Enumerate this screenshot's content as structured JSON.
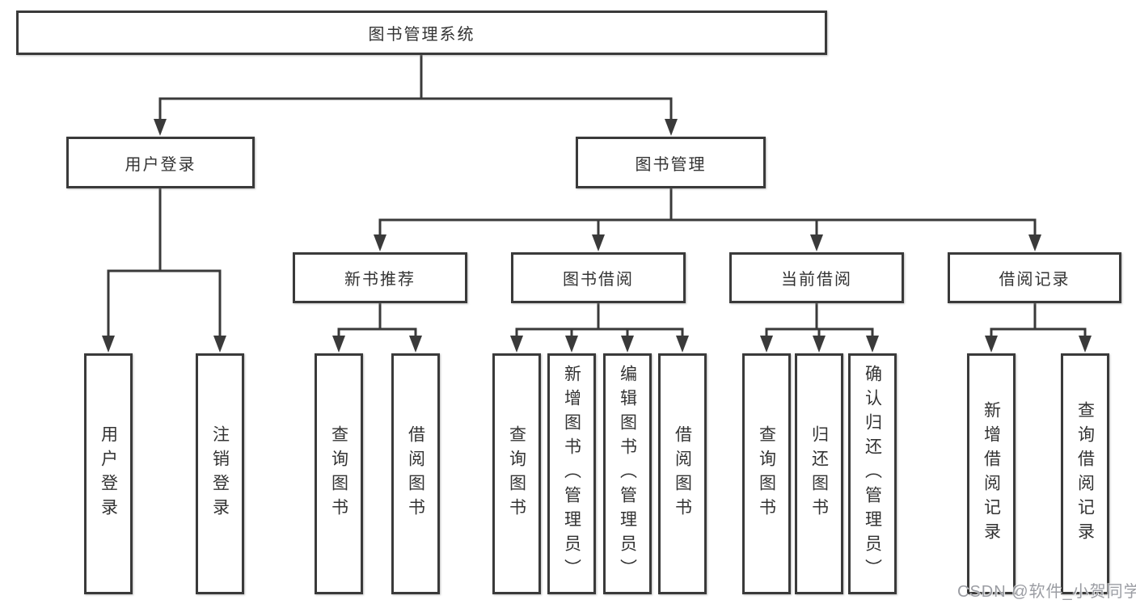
{
  "page": {
    "background": "#ffffff",
    "line_color": "#3a3a3a",
    "box_border_color": "#3a3a3a",
    "text_color": "#333333"
  },
  "diagram": {
    "type": "hierarchy-tree",
    "root": {
      "label": "图书管理系统"
    },
    "level2": [
      {
        "label": "用户登录"
      },
      {
        "label": "图书管理"
      }
    ],
    "level3": [
      {
        "label": "新书推荐",
        "parent": "图书管理"
      },
      {
        "label": "图书借阅",
        "parent": "图书管理"
      },
      {
        "label": "当前借阅",
        "parent": "图书管理"
      },
      {
        "label": "借阅记录",
        "parent": "图书管理"
      }
    ],
    "leaves": [
      {
        "label": "用户登录",
        "parent": "用户登录"
      },
      {
        "label": "注销登录",
        "parent": "用户登录"
      },
      {
        "label": "查询图书",
        "parent": "新书推荐"
      },
      {
        "label": "借阅图书",
        "parent": "新书推荐"
      },
      {
        "label": "查询图书",
        "parent": "图书借阅"
      },
      {
        "label": "新增图书（管理员）",
        "parent": "图书借阅"
      },
      {
        "label": "编辑图书（管理员）",
        "parent": "图书借阅"
      },
      {
        "label": "借阅图书",
        "parent": "图书借阅"
      },
      {
        "label": "查询图书",
        "parent": "当前借阅"
      },
      {
        "label": "归还图书",
        "parent": "当前借阅"
      },
      {
        "label": "确认归还（管理员）",
        "parent": "当前借阅"
      },
      {
        "label": "新增借阅记录",
        "parent": "借阅记录"
      },
      {
        "label": "查询借阅记录",
        "parent": "借阅记录"
      }
    ]
  },
  "watermark": {
    "text": "CSDN @软件_小贺同学"
  }
}
